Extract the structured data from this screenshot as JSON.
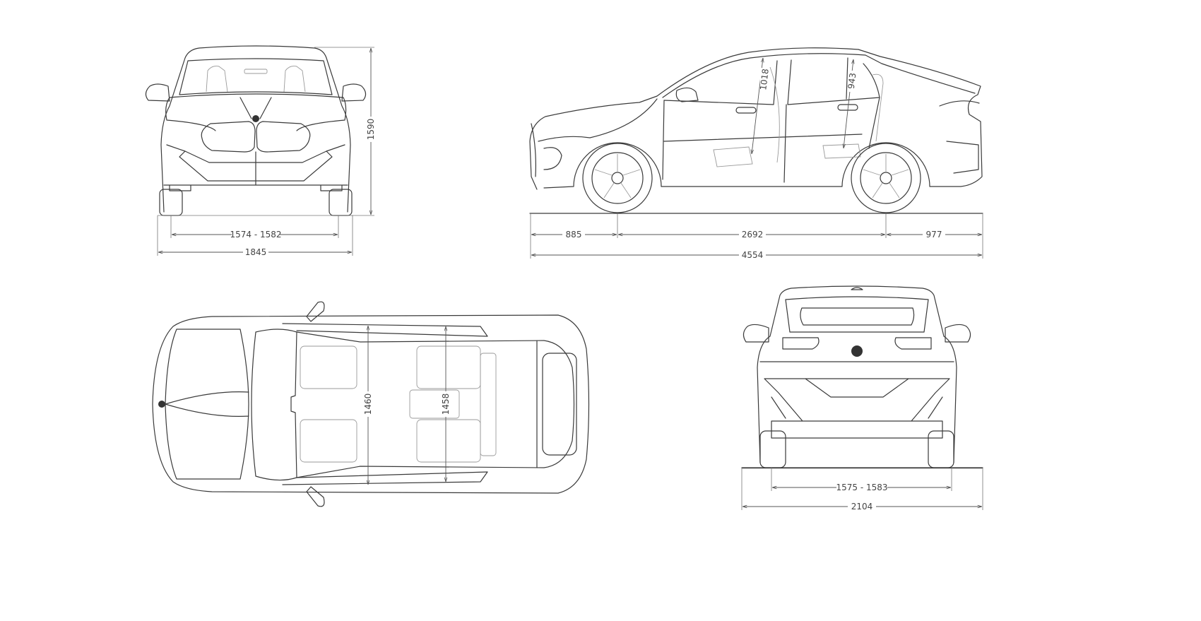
{
  "front_view": {
    "height": "1590",
    "front_track": "1574 - 1582",
    "width": "1845"
  },
  "side_view": {
    "front_overhang": "885",
    "wheelbase": "2692",
    "rear_overhang": "977",
    "length": "4554",
    "front_headroom": "1018",
    "rear_headroom": "943"
  },
  "top_view": {
    "front_interior_width": "1460",
    "rear_interior_width": "1458"
  },
  "rear_view": {
    "rear_track": "1575 - 1583",
    "width_with_mirrors": "2104"
  },
  "colors": {
    "line": "#3a3a3a",
    "dimension": "#555555",
    "background": "#ffffff"
  }
}
